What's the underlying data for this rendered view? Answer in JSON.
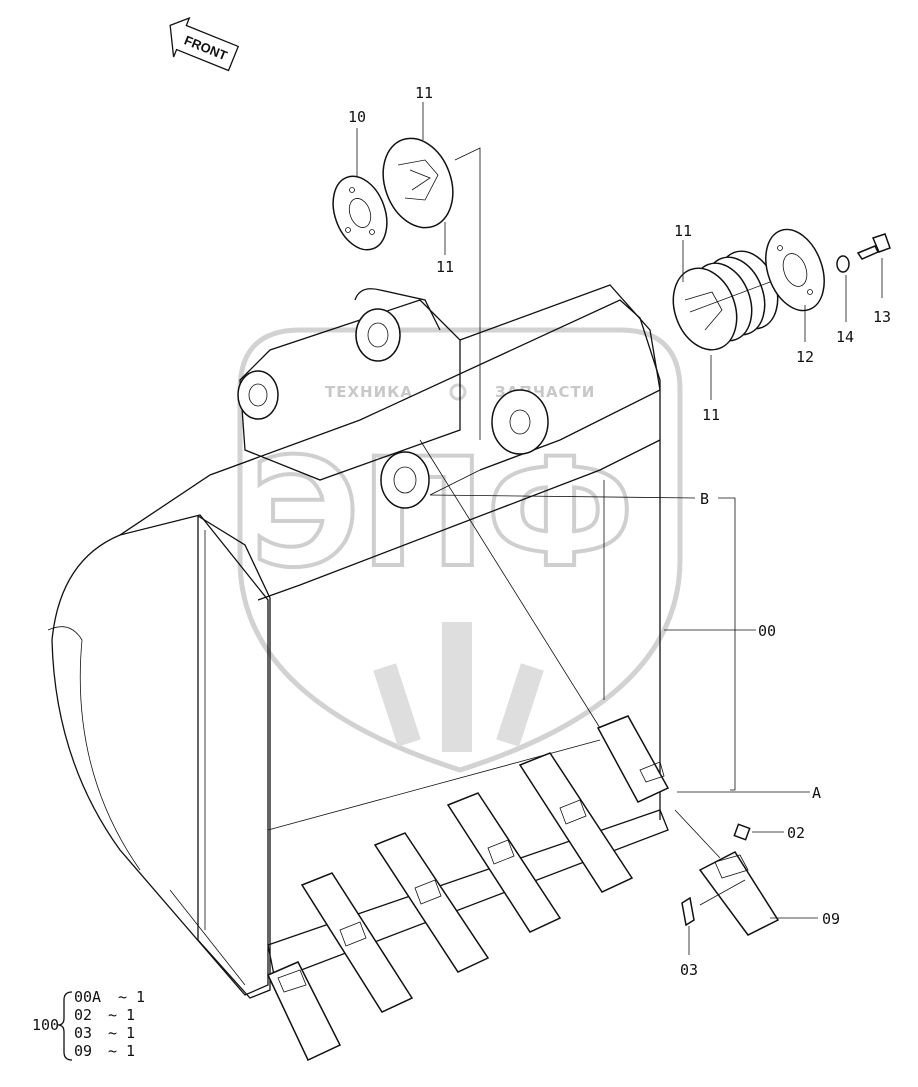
{
  "front_arrow": {
    "text": "FRONT"
  },
  "watermark": {
    "brand_left": "ТЕХНИКА",
    "brand_right": "ЗАПЧАСТИ",
    "monogram": "ЭПФ"
  },
  "callouts": {
    "p10": "10",
    "p11_top": "11",
    "p11_top_lower": "11",
    "p11_right": "11",
    "p11_right_lower": "11",
    "p12": "12",
    "p13": "13",
    "p14": "14",
    "pB": "B",
    "p00": "00",
    "pA": "A",
    "p02": "02",
    "p09": "09",
    "p03": "03"
  },
  "kit": {
    "number": "100",
    "rows": [
      {
        "part": "00A",
        "qty": "~ 1"
      },
      {
        "part": "02",
        "qty": "~ 1"
      },
      {
        "part": "03",
        "qty": "~ 1"
      },
      {
        "part": "09",
        "qty": "~ 1"
      }
    ]
  }
}
